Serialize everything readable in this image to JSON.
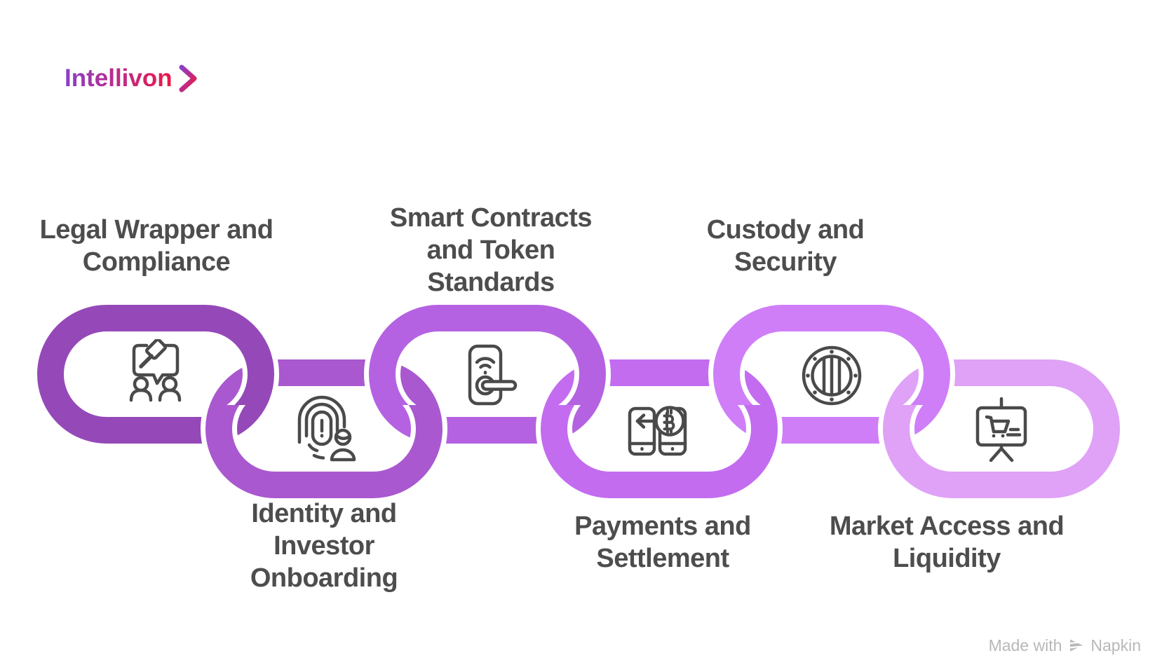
{
  "page": {
    "background": "#ffffff"
  },
  "brand": {
    "name": "Intellivon",
    "gradient_start": "#8a3fc8",
    "gradient_end": "#ed1846"
  },
  "diagram": {
    "type": "chain-links",
    "label_color": "#4d4d4d",
    "icon_color": "#4a4a4a",
    "links": [
      {
        "label": [
          "Legal Wrapper and",
          "Compliance"
        ],
        "color": "#9549b8",
        "icon": "gavel-discussion-icon",
        "label_position": "top"
      },
      {
        "label": [
          "Identity and",
          "Investor",
          "Onboarding"
        ],
        "color": "#a958cf",
        "icon": "fingerprint-user-icon",
        "label_position": "bottom"
      },
      {
        "label": [
          "Smart Contracts",
          "and Token",
          "Standards"
        ],
        "color": "#b562e2",
        "icon": "smart-lock-icon",
        "label_position": "top"
      },
      {
        "label": [
          "Payments and",
          "Settlement"
        ],
        "color": "#c36cf0",
        "icon": "crypto-payment-phones-icon",
        "label_position": "bottom"
      },
      {
        "label": [
          "Custody and",
          "Security"
        ],
        "color": "#cf7ef8",
        "icon": "vault-porthole-icon",
        "label_position": "top"
      },
      {
        "label": [
          "Market Access and",
          "Liquidity"
        ],
        "color": "#dfa2f7",
        "icon": "market-presentation-icon",
        "label_position": "bottom"
      }
    ]
  },
  "footer": {
    "made_with_text": "Made with",
    "brand_text": "Napkin",
    "color": "#b8b8b8"
  }
}
